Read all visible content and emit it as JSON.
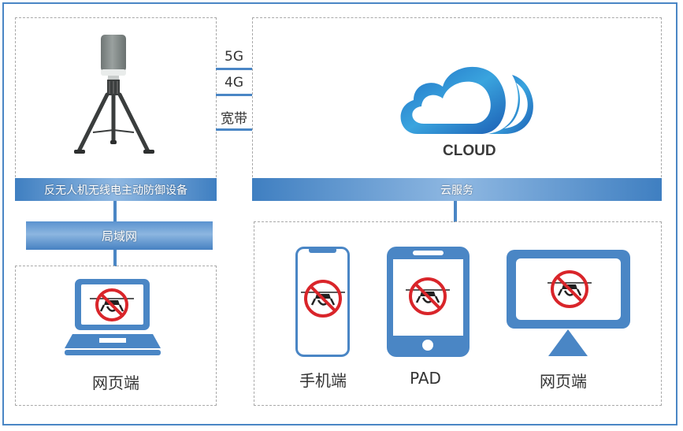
{
  "device_panel": {
    "title": "反无人机无线电主动防御设备",
    "image": "tripod-detector-device"
  },
  "network_links": [
    {
      "label": "5G"
    },
    {
      "label": "4G"
    },
    {
      "label": "宽带"
    }
  ],
  "cloud_panel": {
    "logo_text": "CLOUD",
    "band_label": "云服务"
  },
  "lan": {
    "label": "局域网"
  },
  "lan_client": {
    "label": "网页端",
    "icon": "laptop-icon"
  },
  "cloud_clients": [
    {
      "label": "手机端",
      "icon": "phone-icon"
    },
    {
      "label": "PAD",
      "icon": "tablet-icon"
    },
    {
      "label": "网页端",
      "icon": "monitor-icon"
    }
  ],
  "colors": {
    "accent_blue": "#4a86c5",
    "dashed_border": "#a9a9a9",
    "no_drone_red": "#d9252a"
  }
}
